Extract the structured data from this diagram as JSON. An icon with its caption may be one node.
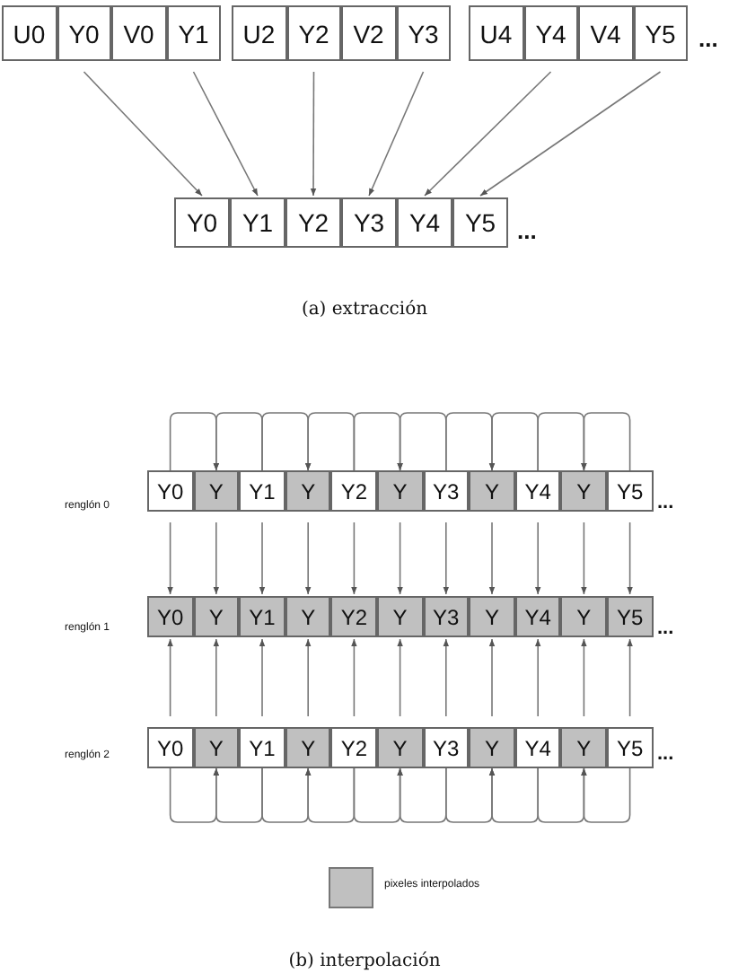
{
  "diagram": {
    "nodes": [
      {
        "text": [
          "U0"
        ]
      },
      {
        "text": [
          "Y0"
        ]
      },
      {
        "text": [
          "V0"
        ]
      },
      {
        "text": [
          "Y1"
        ]
      },
      {
        "text": [
          "U2"
        ]
      },
      {
        "text": [
          "Y2"
        ]
      },
      {
        "text": [
          "V2"
        ]
      },
      {
        "text": [
          "Y3"
        ]
      },
      {
        "text": [
          "U4"
        ]
      },
      {
        "text": [
          "Y4"
        ]
      },
      {
        "text": [
          "V4"
        ]
      },
      {
        "text": [
          "Y5"
        ]
      },
      {
        "text": [
          "Y0"
        ]
      },
      {
        "text": [
          "Y1"
        ]
      },
      {
        "text": [
          "Y2"
        ]
      },
      {
        "text": [
          "Y3"
        ]
      },
      {
        "text": [
          "Y4"
        ]
      },
      {
        "text": [
          "Y5"
        ]
      },
      {
        "text": [
          "Y0"
        ]
      },
      {
        "text": [
          "Y"
        ]
      },
      {
        "text": [
          "Y1"
        ]
      },
      {
        "text": [
          "Y"
        ]
      },
      {
        "text": [
          "Y2"
        ]
      },
      {
        "text": [
          "Y"
        ]
      },
      {
        "text": [
          "Y3"
        ]
      },
      {
        "text": [
          "Y"
        ]
      },
      {
        "text": [
          "Y4"
        ]
      },
      {
        "text": [
          "Y"
        ]
      },
      {
        "text": [
          "Y5"
        ]
      },
      {
        "text": [
          "Y0"
        ]
      },
      {
        "text": [
          "Y"
        ]
      },
      {
        "text": [
          "Y1"
        ]
      },
      {
        "text": [
          "Y"
        ]
      },
      {
        "text": [
          "Y2"
        ]
      },
      {
        "text": [
          "Y"
        ]
      },
      {
        "text": [
          "Y3"
        ]
      },
      {
        "text": [
          "Y"
        ]
      },
      {
        "text": [
          "Y4"
        ]
      },
      {
        "text": [
          "Y"
        ]
      },
      {
        "text": [
          "Y5"
        ]
      },
      {
        "text": [
          "Y0"
        ]
      },
      {
        "text": [
          "Y"
        ]
      },
      {
        "text": [
          "Y1"
        ]
      },
      {
        "text": [
          "Y"
        ]
      },
      {
        "text": [
          "Y2"
        ]
      },
      {
        "text": [
          "Y"
        ]
      },
      {
        "text": [
          "Y3"
        ]
      },
      {
        "text": [
          "Y"
        ]
      },
      {
        "text": [
          "Y4"
        ]
      },
      {
        "text": [
          "Y"
        ]
      },
      {
        "text": [
          "Y5"
        ]
      }
    ],
    "edges": [
      {
        "from": 1,
        "to": 12,
        "arrow": "to"
      },
      {
        "from": 3,
        "to": 13,
        "arrow": "to"
      },
      {
        "from": 5,
        "to": 14,
        "arrow": "to"
      },
      {
        "from": 7,
        "to": 15,
        "arrow": "to"
      },
      {
        "from": 9,
        "to": 16,
        "arrow": "to"
      },
      {
        "from": 11,
        "to": 17,
        "arrow": "to"
      },
      {
        "from": 18,
        "to": 19,
        "arrow": "to"
      },
      {
        "from": 20,
        "to": 19,
        "arrow": "to"
      },
      {
        "from": 20,
        "to": 21,
        "arrow": "to"
      },
      {
        "from": 22,
        "to": 21,
        "arrow": "to"
      },
      {
        "from": 22,
        "to": 23,
        "arrow": "to"
      },
      {
        "from": 24,
        "to": 23,
        "arrow": "to"
      },
      {
        "from": 24,
        "to": 25,
        "arrow": "to"
      },
      {
        "from": 26,
        "to": 25,
        "arrow": "to"
      },
      {
        "from": 26,
        "to": 27,
        "arrow": "to"
      },
      {
        "from": 28,
        "to": 27,
        "arrow": "to"
      },
      {
        "from": 18,
        "to": 29,
        "arrow": "to"
      },
      {
        "from": 19,
        "to": 30,
        "arrow": "to"
      },
      {
        "from": 20,
        "to": 31,
        "arrow": "to"
      },
      {
        "from": 21,
        "to": 32,
        "arrow": "to"
      },
      {
        "from": 22,
        "to": 33,
        "arrow": "to"
      },
      {
        "from": 23,
        "to": 34,
        "arrow": "to"
      },
      {
        "from": 24,
        "to": 35,
        "arrow": "to"
      },
      {
        "from": 25,
        "to": 36,
        "arrow": "to"
      },
      {
        "from": 26,
        "to": 37,
        "arrow": "to"
      },
      {
        "from": 27,
        "to": 38,
        "arrow": "to"
      },
      {
        "from": 28,
        "to": 39,
        "arrow": "to"
      },
      {
        "from": 40,
        "to": 29,
        "arrow": "to"
      },
      {
        "from": 41,
        "to": 30,
        "arrow": "to"
      },
      {
        "from": 42,
        "to": 31,
        "arrow": "to"
      },
      {
        "from": 43,
        "to": 32,
        "arrow": "to"
      },
      {
        "from": 44,
        "to": 33,
        "arrow": "to"
      },
      {
        "from": 45,
        "to": 34,
        "arrow": "to"
      },
      {
        "from": 46,
        "to": 35,
        "arrow": "to"
      },
      {
        "from": 47,
        "to": 36,
        "arrow": "to"
      },
      {
        "from": 48,
        "to": 37,
        "arrow": "to"
      },
      {
        "from": 49,
        "to": 38,
        "arrow": "to"
      },
      {
        "from": 50,
        "to": 39,
        "arrow": "to"
      },
      {
        "from": 40,
        "to": 41,
        "arrow": "to"
      },
      {
        "from": 42,
        "to": 41,
        "arrow": "to"
      },
      {
        "from": 42,
        "to": 43,
        "arrow": "to"
      },
      {
        "from": 44,
        "to": 43,
        "arrow": "to"
      },
      {
        "from": 44,
        "to": 45,
        "arrow": "to"
      },
      {
        "from": 46,
        "to": 45,
        "arrow": "to"
      },
      {
        "from": 46,
        "to": 47,
        "arrow": "to"
      },
      {
        "from": 48,
        "to": 47,
        "arrow": "to"
      },
      {
        "from": 48,
        "to": 49,
        "arrow": "to"
      },
      {
        "from": 50,
        "to": 49,
        "arrow": "to"
      }
    ],
    "labels": [
      "...",
      "...",
      "(a) extracción",
      "renglón 0",
      "...",
      "renglón 1",
      "...",
      "renglón 2",
      "...",
      "(b) interpolación"
    ],
    "legend": [
      {
        "text": "pixeles interpolados",
        "color": "#c0c0c0"
      }
    ]
  }
}
